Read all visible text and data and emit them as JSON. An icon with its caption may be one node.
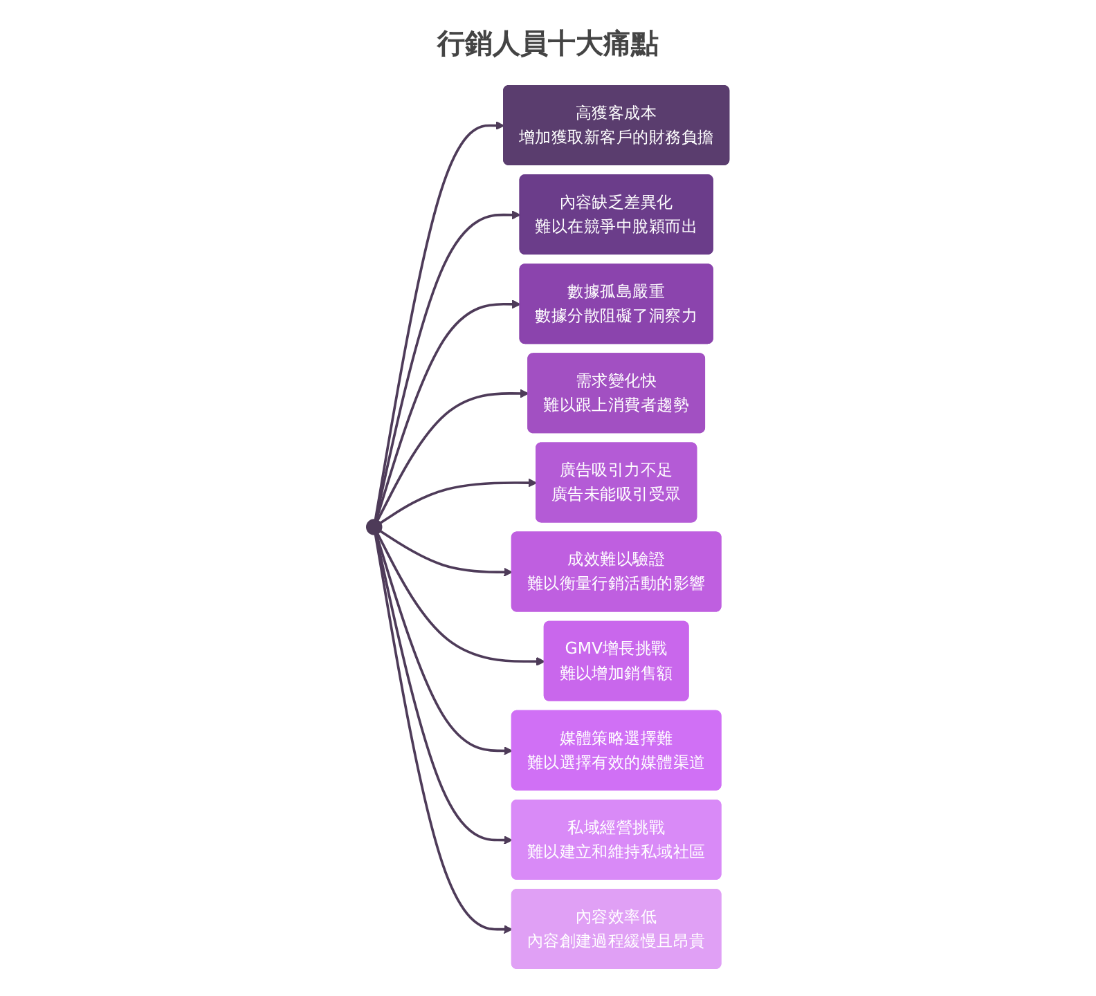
{
  "diagram": {
    "title": "行銷人員十大痛點",
    "nodes": [
      {
        "text": [],
        "shape": "circle"
      },
      {
        "text": [
          "高獲客成本",
          "增加獲取新客戶的財務負擔"
        ]
      },
      {
        "text": [
          "內容缺乏差異化",
          "難以在競爭中脫穎而出"
        ]
      },
      {
        "text": [
          "數據孤島嚴重",
          "數據分散阻礙了洞察力"
        ]
      },
      {
        "text": [
          "需求變化快",
          "難以跟上消費者趨勢"
        ]
      },
      {
        "text": [
          "廣告吸引力不足",
          "廣告未能吸引受眾"
        ]
      },
      {
        "text": [
          "成效難以驗證",
          "難以衡量行銷活動的影響"
        ]
      },
      {
        "text": [
          "GMV增長挑戰",
          "難以增加銷售額"
        ]
      },
      {
        "text": [
          "媒體策略選擇難",
          "難以選擇有效的媒體渠道"
        ]
      },
      {
        "text": [
          "私域經營挑戰",
          "難以建立和維持私域社區"
        ]
      },
      {
        "text": [
          "內容效率低",
          "內容創建過程緩慢且昂貴"
        ]
      }
    ],
    "edges": [
      {
        "from": 0,
        "to": 1,
        "arrow": "to"
      },
      {
        "from": 0,
        "to": 2,
        "arrow": "to"
      },
      {
        "from": 0,
        "to": 3,
        "arrow": "to"
      },
      {
        "from": 0,
        "to": 4,
        "arrow": "to"
      },
      {
        "from": 0,
        "to": 5,
        "arrow": "to"
      },
      {
        "from": 0,
        "to": 6,
        "arrow": "to"
      },
      {
        "from": 0,
        "to": 7,
        "arrow": "to"
      },
      {
        "from": 0,
        "to": 8,
        "arrow": "to"
      },
      {
        "from": 0,
        "to": 9,
        "arrow": "to"
      },
      {
        "from": 0,
        "to": 10,
        "arrow": "to"
      }
    ]
  }
}
